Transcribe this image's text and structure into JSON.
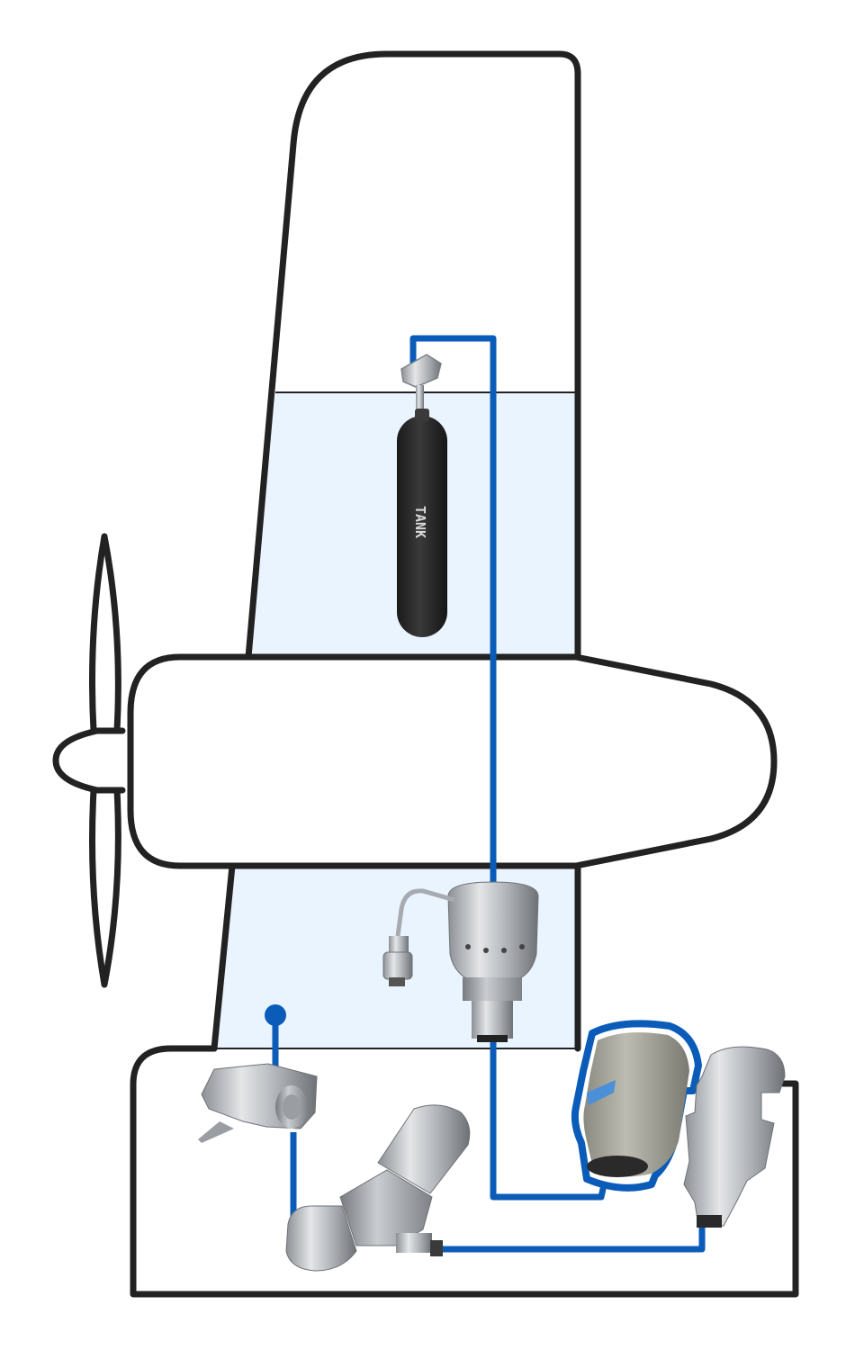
{
  "diagram": {
    "colors": {
      "outline": "#222222",
      "water_fill": "#eaf4fe",
      "pipe": "#0b5cb8",
      "metal": "#b6b9bd",
      "metal_dark": "#7e8287",
      "bladder": "#2b2b2b",
      "background": "#ffffff"
    },
    "components": [
      {
        "id": "fuel-bladder",
        "icon": "bladder-icon",
        "label_text": "TANK"
      },
      {
        "id": "top-fitting",
        "icon": "fitting-icon"
      },
      {
        "id": "mid-valve",
        "icon": "valve-icon"
      },
      {
        "id": "side-connector",
        "icon": "connector-icon"
      },
      {
        "id": "highlighted-unit",
        "icon": "cylinder-icon"
      },
      {
        "id": "right-unit",
        "icon": "cylinder-icon"
      },
      {
        "id": "left-bracket",
        "icon": "bracket-icon"
      },
      {
        "id": "bottom-pump",
        "icon": "pump-icon"
      },
      {
        "id": "port-dot",
        "icon": "dot-icon"
      }
    ]
  }
}
